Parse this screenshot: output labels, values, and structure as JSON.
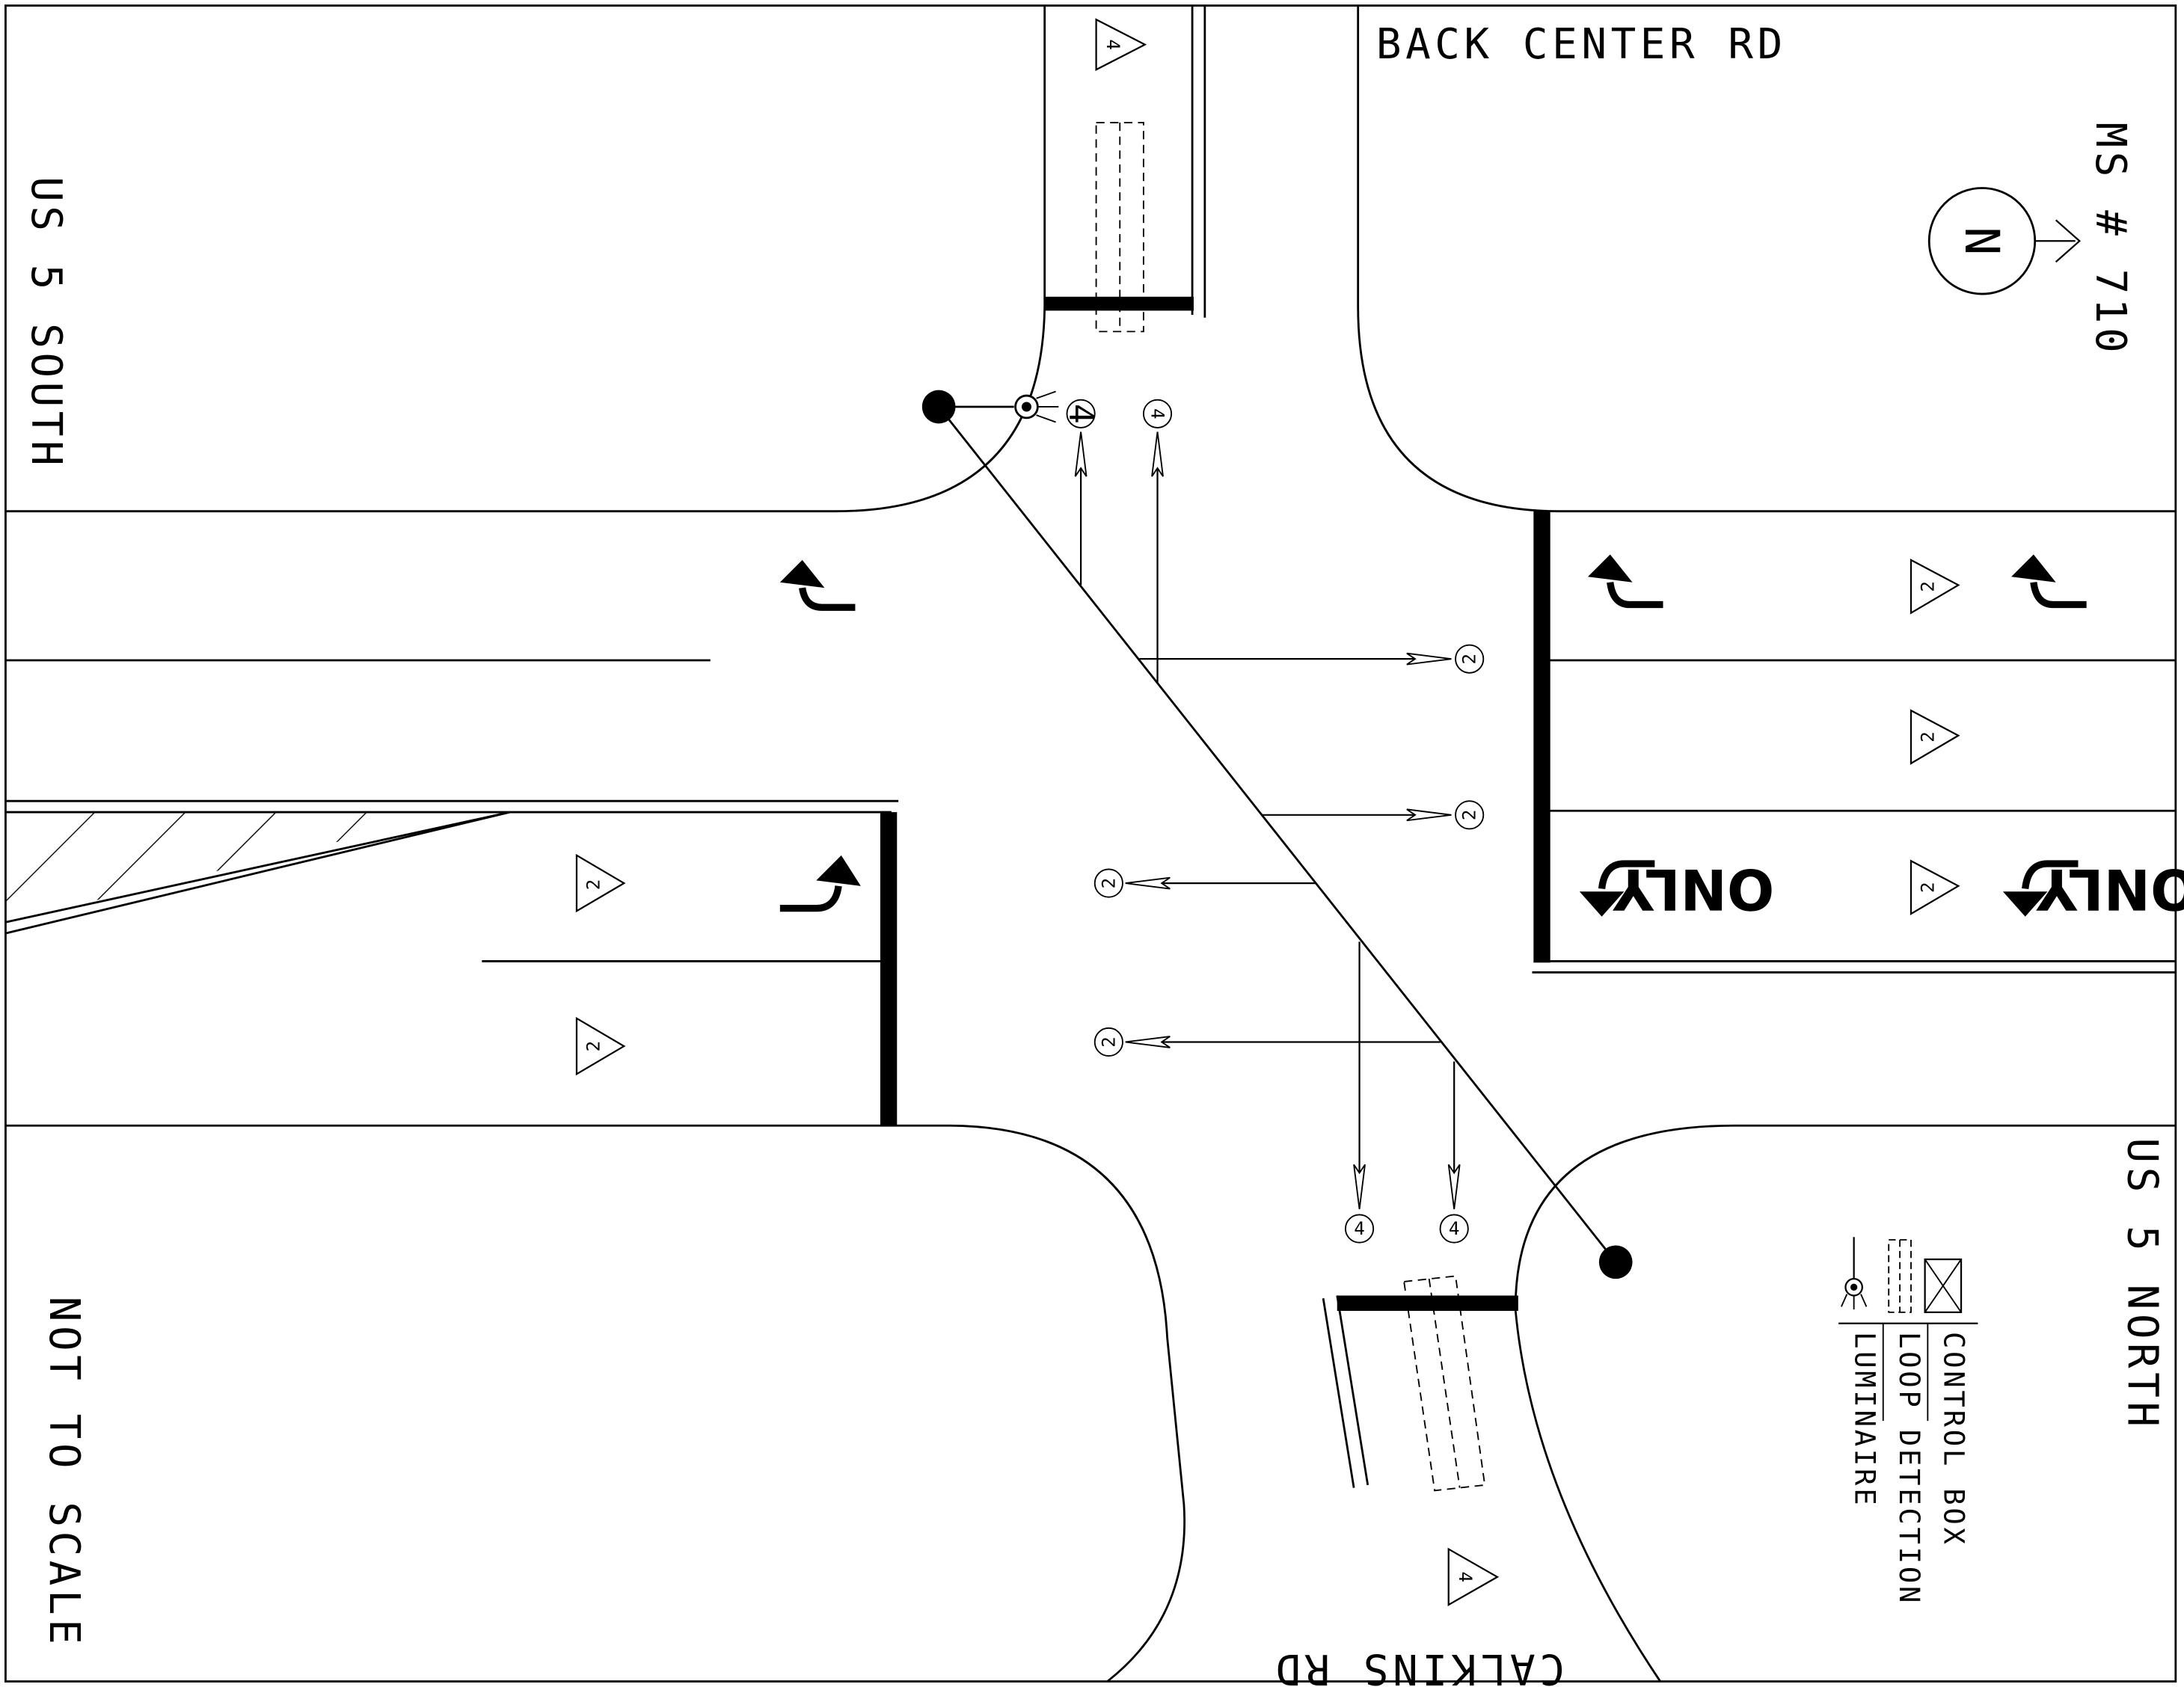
{
  "labels": {
    "back_center_rd": "BACK CENTER RD",
    "calkins_rd": "CALKINS RD",
    "us5_south": "US 5 SOUTH",
    "us5_north": "US 5 NORTH",
    "ms_number": "MS # 710",
    "not_to_scale": "NOT TO SCALE",
    "north": "N"
  },
  "lane_markings": {
    "only_text": "ONLY"
  },
  "signal_heads": {
    "phase_2": "2",
    "phase_4": "4"
  },
  "legend": {
    "control_box": "CONTROL BOX",
    "loop_detection": "LOOP DETECTION",
    "luminaire": "LUMINAIRE"
  }
}
